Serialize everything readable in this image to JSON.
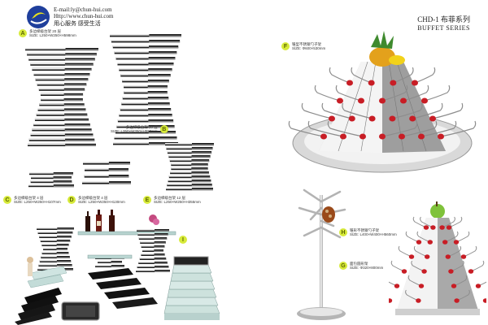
{
  "header": {
    "email": "E-mail:ly@chun-hui.com",
    "website": "Http://www.chun-hui.com",
    "slogan": "用心服务  感受生活"
  },
  "series": {
    "code": "CHD-1  布菲系列",
    "name": "BUFFET SERIES"
  },
  "products": {
    "A": {
      "letter": "A",
      "name": "多边梯级台架 20 层",
      "size": "SIZE: L250×W250×H598mm"
    },
    "B": {
      "letter": "B",
      "name": "多边梯级台架 20 层",
      "size": "SIZE: L350×W350×H598mm"
    },
    "C": {
      "letter": "C",
      "name": "多边梯级台架 4 层",
      "size": "SIZE: L250×W250×H107mm"
    },
    "D": {
      "letter": "D",
      "name": "多边梯级台架 4 层",
      "size": "SIZE: L250×W250×H130mm"
    },
    "E": {
      "letter": "E",
      "name": "多边梯级台架 12 层",
      "size": "SIZE: L250×W250×H355mm"
    },
    "F": {
      "letter": "F",
      "name": "锥型不锈钢勺子架",
      "size": "SIZE: Φ600×530mm"
    },
    "H": {
      "letter": "H",
      "name": "锥形不锈钢勺子架",
      "size": "SIZE: L400×W400×H560mm"
    },
    "I": {
      "letter": "I"
    },
    "G": {
      "letter": "G",
      "name": "面包圆形架",
      "size": "SIZE: Φ320×800mm"
    }
  }
}
